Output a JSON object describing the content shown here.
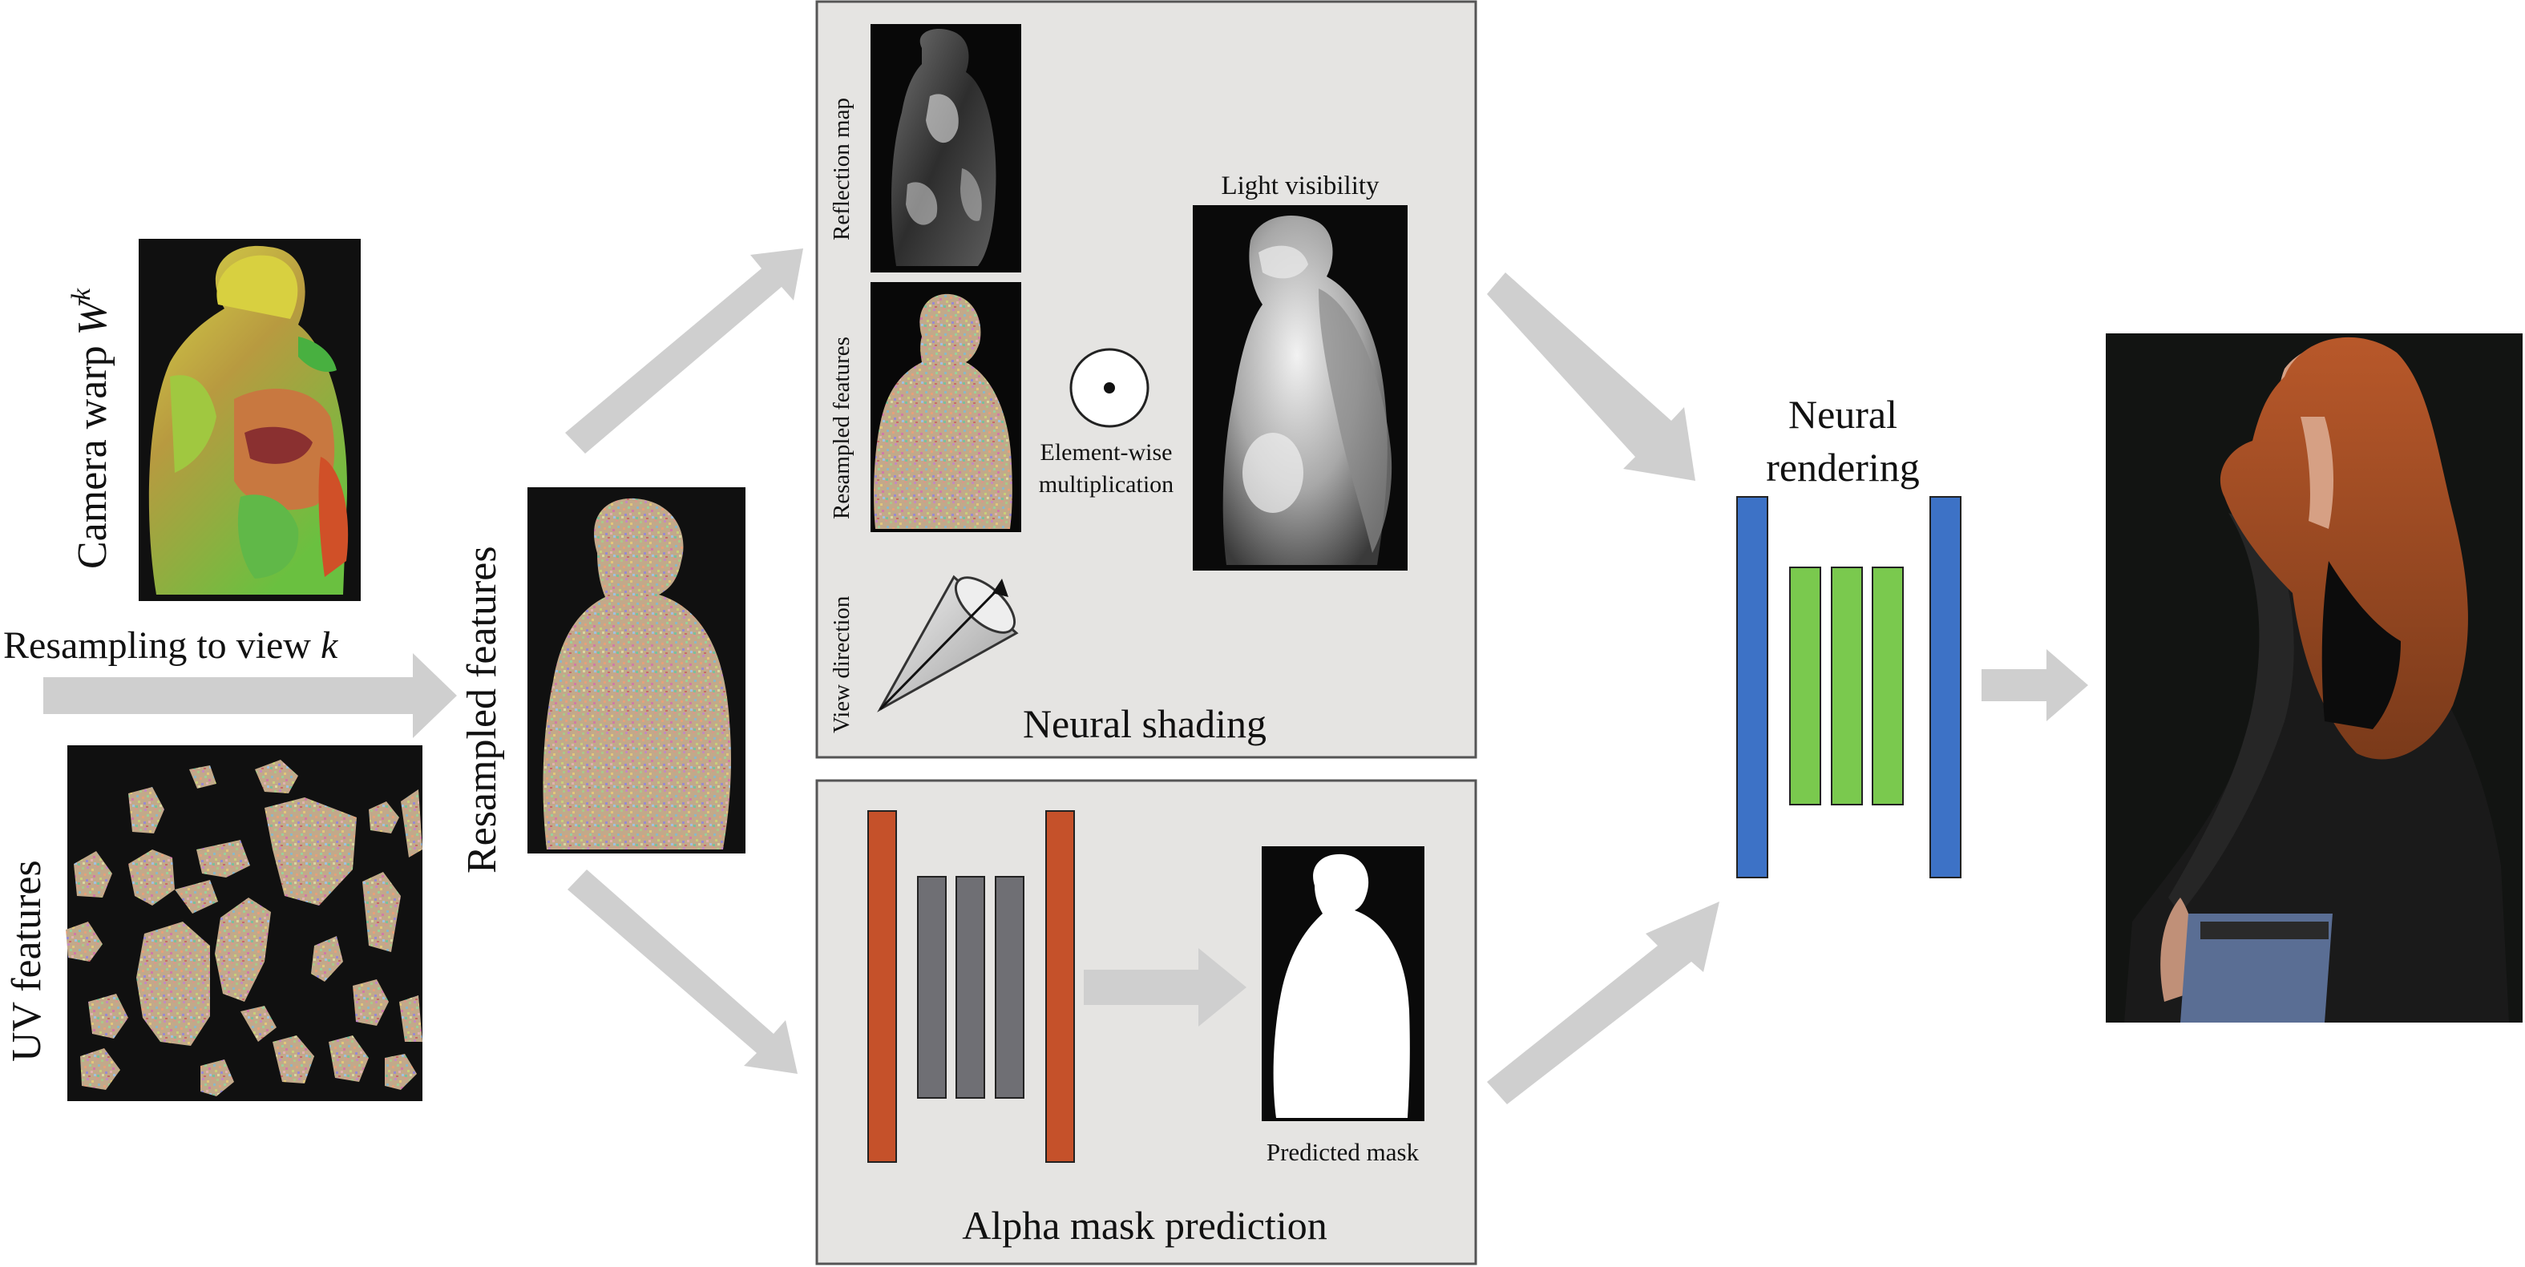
{
  "labels": {
    "camera_warp": "Camera warp",
    "camera_warp_symbol": "W",
    "camera_warp_superscript": "k",
    "resampling": "Resampling to view",
    "resampling_k": "k",
    "uv_features": "UV features",
    "resampled_features": "Resampled features",
    "reflection_map": "Reflection map",
    "resampled_features_small": "Resampled features",
    "view_direction": "View direction",
    "element_wise_line1": "Element-wise",
    "element_wise_line2": "multiplication",
    "light_visibility": "Light visibility",
    "neural_shading": "Neural shading",
    "predicted_mask": "Predicted mask",
    "alpha_mask_prediction": "Alpha mask prediction",
    "neural_rendering_line1": "Neural",
    "neural_rendering_line2": "rendering"
  },
  "colors": {
    "panel_fill": "#e5e4e2",
    "panel_stroke": "#555555",
    "arrow": "#cfcfcf",
    "alpha_outer_layer": "#c5512a",
    "alpha_inner_layer": "#6f6f74",
    "render_outer_layer": "#3d72c6",
    "render_inner_layer": "#7ac94e",
    "image_background": "#101010",
    "mask_white": "#ffffff",
    "feature_tan": "#c2a98a"
  },
  "icons": {
    "element_wise_multiplication": "circled-dot-icon",
    "view_direction": "view-cone-icon"
  }
}
